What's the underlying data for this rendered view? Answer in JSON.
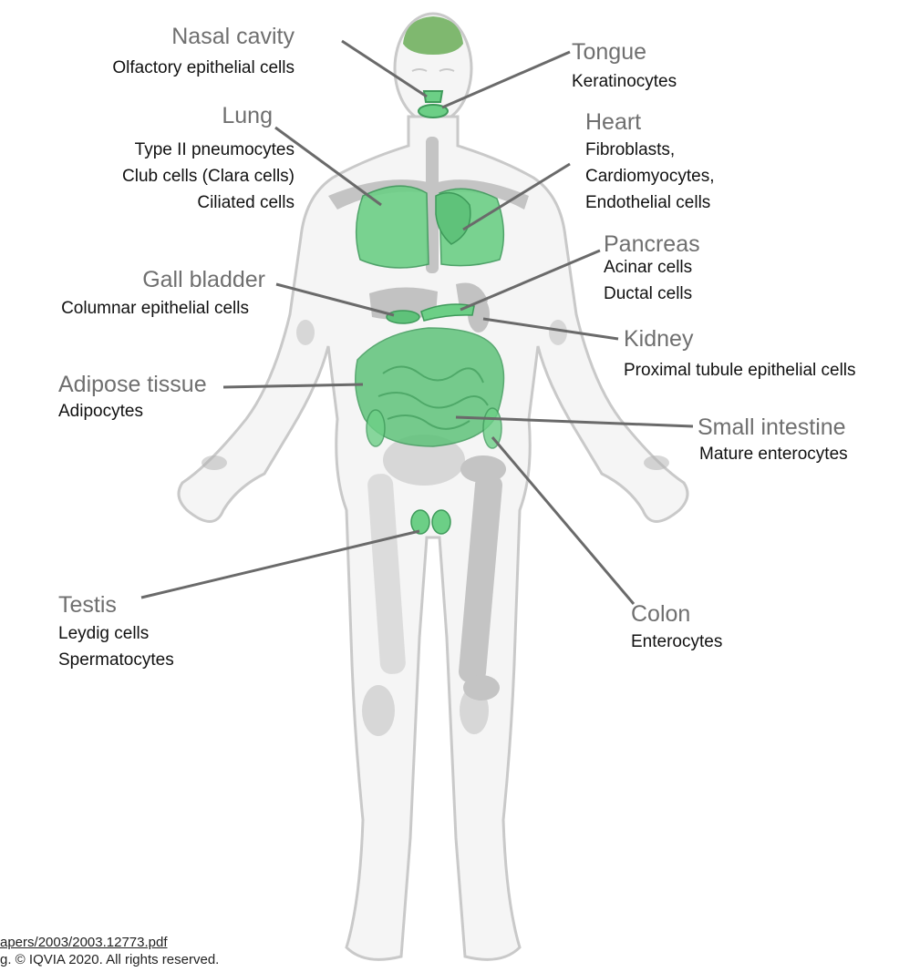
{
  "colors": {
    "organ_fill": "#6ccf86",
    "organ_stroke": "#3e9a5a",
    "brain_fill": "#7fb86f",
    "body_outline": "#c9c9c9",
    "skeleton": "#a8a8a8",
    "leader_line": "#6a6a6a",
    "organ_label": "#6f6f6f",
    "cell_label": "#111111"
  },
  "labels": {
    "nasal_cavity": {
      "organ": "Nasal cavity",
      "cells": [
        "Olfactory epithelial cells"
      ]
    },
    "tongue": {
      "organ": "Tongue",
      "cells": [
        "Keratinocytes"
      ]
    },
    "lung": {
      "organ": "Lung",
      "cells": [
        "Type II pneumocytes",
        "Club cells (Clara cells)",
        "Ciliated cells"
      ]
    },
    "heart": {
      "organ": "Heart",
      "cells": [
        "Fibroblasts,",
        "Cardiomyocytes,",
        "Endothelial cells"
      ]
    },
    "pancreas": {
      "organ": "Pancreas",
      "cells": [
        "Acinar cells",
        "Ductal cells"
      ]
    },
    "gall_bladder": {
      "organ": "Gall bladder",
      "cells": [
        "Columnar epithelial cells"
      ]
    },
    "kidney": {
      "organ": "Kidney",
      "cells": [
        "Proximal tubule epithelial cells"
      ]
    },
    "adipose_tissue": {
      "organ": "Adipose tissue",
      "cells": [
        "Adipocytes"
      ]
    },
    "small_intestine": {
      "organ": "Small intestine",
      "cells": [
        "Mature enterocytes"
      ]
    },
    "testis": {
      "organ": "Testis",
      "cells": [
        "Leydig cells",
        "Spermatocytes"
      ]
    },
    "colon": {
      "organ": "Colon",
      "cells": [
        "Enterocytes"
      ]
    }
  },
  "footer": {
    "source": "apers/2003/2003.12773.pdf",
    "copyright": "g. © IQVIA 2020. All rights reserved."
  }
}
